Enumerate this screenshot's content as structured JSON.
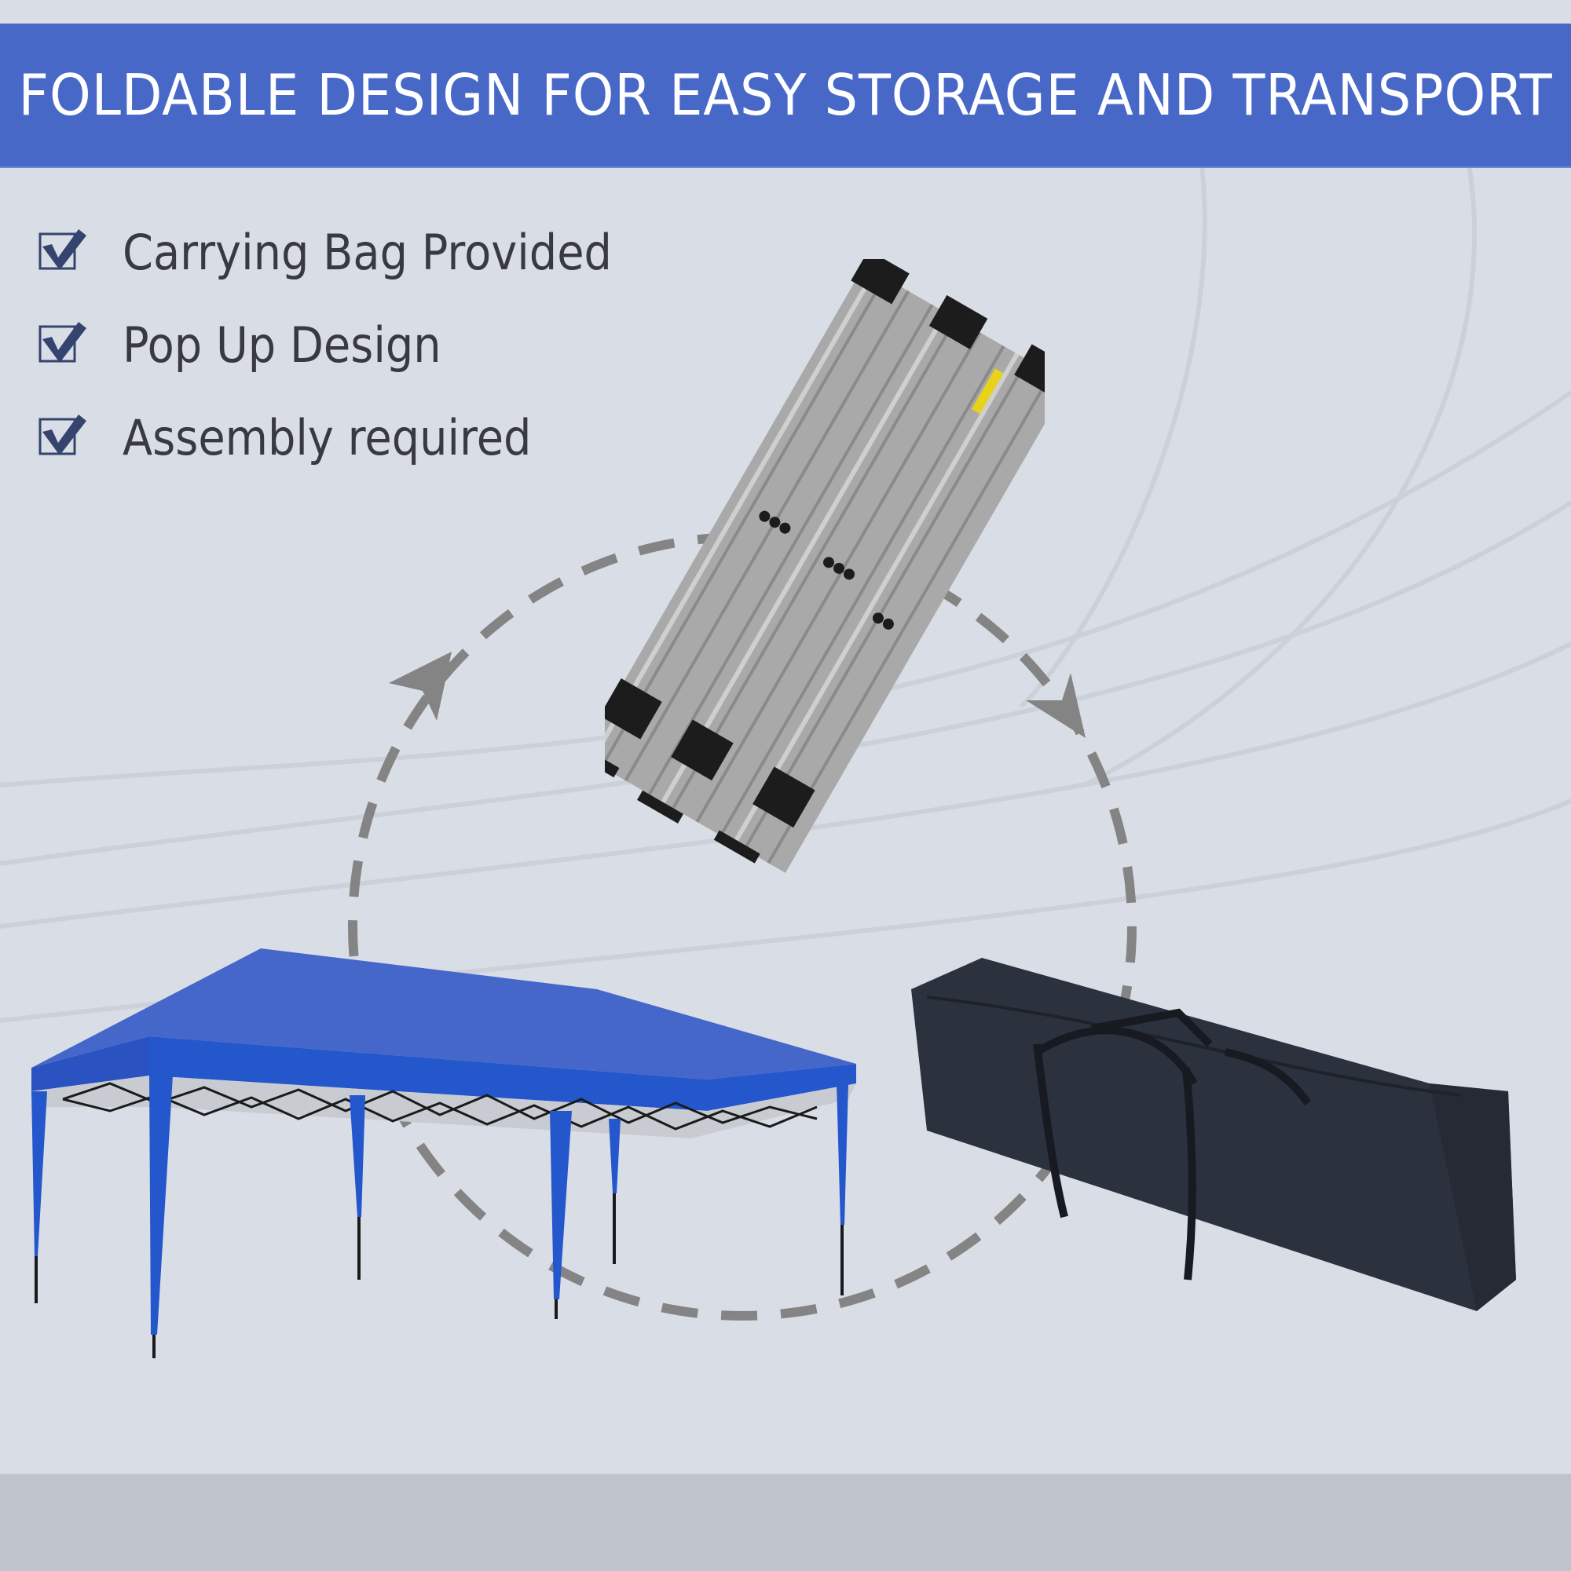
{
  "banner": {
    "title": "FOLDABLE DESIGN FOR EASY STORAGE AND TRANSPORT",
    "background_color": "#4768c7",
    "text_color": "#ffffff"
  },
  "features": [
    {
      "icon": "checkbox-checked-icon",
      "label": "Carrying Bag Provided"
    },
    {
      "icon": "checkbox-checked-icon",
      "label": "Pop Up Design"
    },
    {
      "icon": "checkbox-checked-icon",
      "label": "Assembly required"
    }
  ],
  "colors": {
    "background": "#d9dde6",
    "floor": "#bfc3cc",
    "check_icon": "#34446e",
    "feature_text": "#383a3f",
    "cycle_arrow": "#848484",
    "canopy_blue": "#2456cc",
    "frame_gray": "#a8a8a8",
    "bag_navy": "#2a2f3c"
  },
  "illustration": {
    "items": [
      {
        "name": "folded-frame",
        "description": "Folded gazebo steel frame"
      },
      {
        "name": "carry-bag",
        "description": "Black carrying bag"
      },
      {
        "name": "gazebo-tent",
        "description": "Assembled blue pop-up gazebo"
      }
    ],
    "cycle": "dashed circular arrows linking tent, frame and bag"
  }
}
